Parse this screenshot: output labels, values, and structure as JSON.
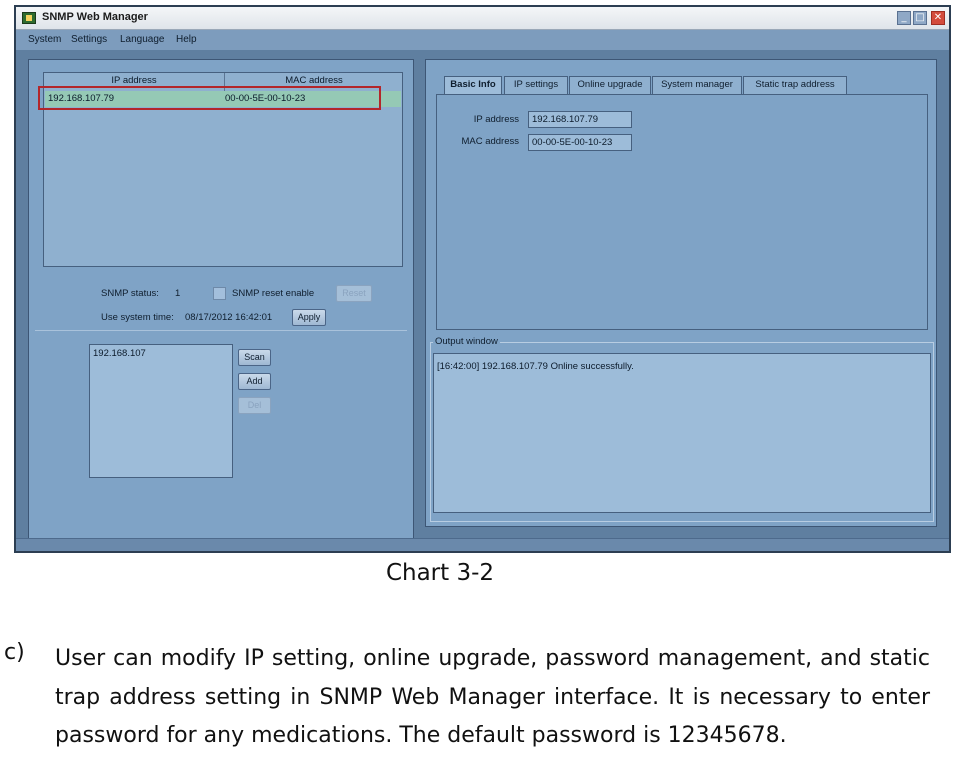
{
  "window": {
    "title": "SNMP Web Manager",
    "controls": {
      "minimize": "_",
      "maximize": "□",
      "close": "✕"
    }
  },
  "menu": [
    "System",
    "Settings",
    "Language",
    "Help"
  ],
  "device_table": {
    "columns": [
      "IP address",
      "MAC address"
    ],
    "rows": [
      {
        "ip": "192.168.107.79",
        "mac": "00-00-5E-00-10-23",
        "selected": true
      }
    ]
  },
  "snmp": {
    "status_label": "SNMP status:",
    "status_value": "1",
    "reset_enable_label": "SNMP reset enable",
    "reset_button": "Reset",
    "system_time_label": "Use system time:",
    "system_time_value": "08/17/2012 16:42:01",
    "apply_button": "Apply"
  },
  "scan": {
    "list_text": "192.168.107",
    "buttons": {
      "scan": "Scan",
      "add": "Add",
      "del": "Del"
    }
  },
  "tabs": [
    "Basic Info",
    "IP settings",
    "Online upgrade",
    "System manager",
    "Static trap address"
  ],
  "basic_info": {
    "ip_label": "IP address",
    "ip_value": "192.168.107.79",
    "mac_label": "MAC address",
    "mac_value": "00-00-5E-00-10-23"
  },
  "output": {
    "label": "Output window",
    "line": "[16:42:00]   192.168.107.79 Online successfully."
  },
  "caption": "Chart 3-2",
  "paragraph": {
    "marker": "c)",
    "text": "User can modify IP setting, online upgrade, password management, and static trap address setting in SNMP Web Manager interface. It is necessary to enter password for any medications. The default password is 12345678."
  },
  "colors": {
    "window_bg": "#5f7fa0",
    "selection": "#95c9b5",
    "highlight_outline": "#b3262a"
  }
}
